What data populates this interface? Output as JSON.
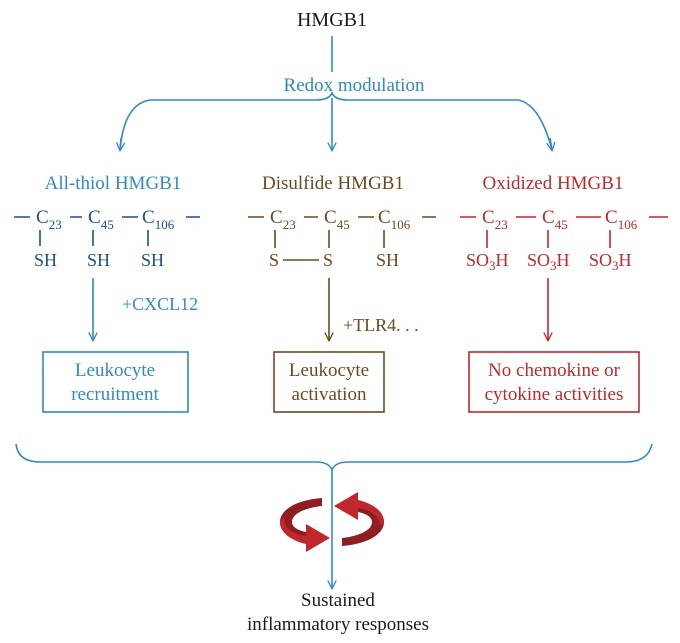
{
  "top_node": "HMGB1",
  "redox_label": "Redox modulation",
  "columns": [
    {
      "title": "All-thiol HMGB1",
      "carbons": [
        {
          "letter": "C",
          "num": "23",
          "group": "SH"
        },
        {
          "letter": "C",
          "num": "45",
          "group": "SH"
        },
        {
          "letter": "C",
          "num": "106",
          "group": "SH"
        }
      ],
      "trigger": "+CXCL12",
      "outcome_line1": "Leukocyte",
      "outcome_line2": "recruitment",
      "color": "#2f8bc6"
    },
    {
      "title": "Disulfide HMGB1",
      "carbons": [
        {
          "letter": "C",
          "num": "23",
          "group": "S"
        },
        {
          "letter": "C",
          "num": "45",
          "group": "S"
        },
        {
          "letter": "C",
          "num": "106",
          "group": "SH"
        }
      ],
      "trigger": "+TLR4. . .",
      "outcome_line1": "Leukocyte",
      "outcome_line2": "activation",
      "color": "#6b4a22"
    },
    {
      "title": "Oxidized HMGB1",
      "carbons": [
        {
          "letter": "C",
          "num": "23",
          "group_main": "SO",
          "group_sub": "3",
          "group_end": "H"
        },
        {
          "letter": "C",
          "num": "45",
          "group_main": "SO",
          "group_sub": "3",
          "group_end": "H"
        },
        {
          "letter": "C",
          "num": "106",
          "group_main": "SO",
          "group_sub": "3",
          "group_end": "H"
        }
      ],
      "outcome_line1": "No chemokine or",
      "outcome_line2": "cytokine activities",
      "color": "#c0282d"
    }
  ],
  "bottom_label_line1": "Sustained",
  "bottom_label_line2": "inflammatory responses",
  "icons": {
    "cycle": "circular-arrows-icon"
  },
  "colors": {
    "blue": "#2f8bc6",
    "navy": "#1f4e8c",
    "brown": "#6b4a22",
    "red": "#c0282d",
    "cycle_red": "#c0282d"
  }
}
